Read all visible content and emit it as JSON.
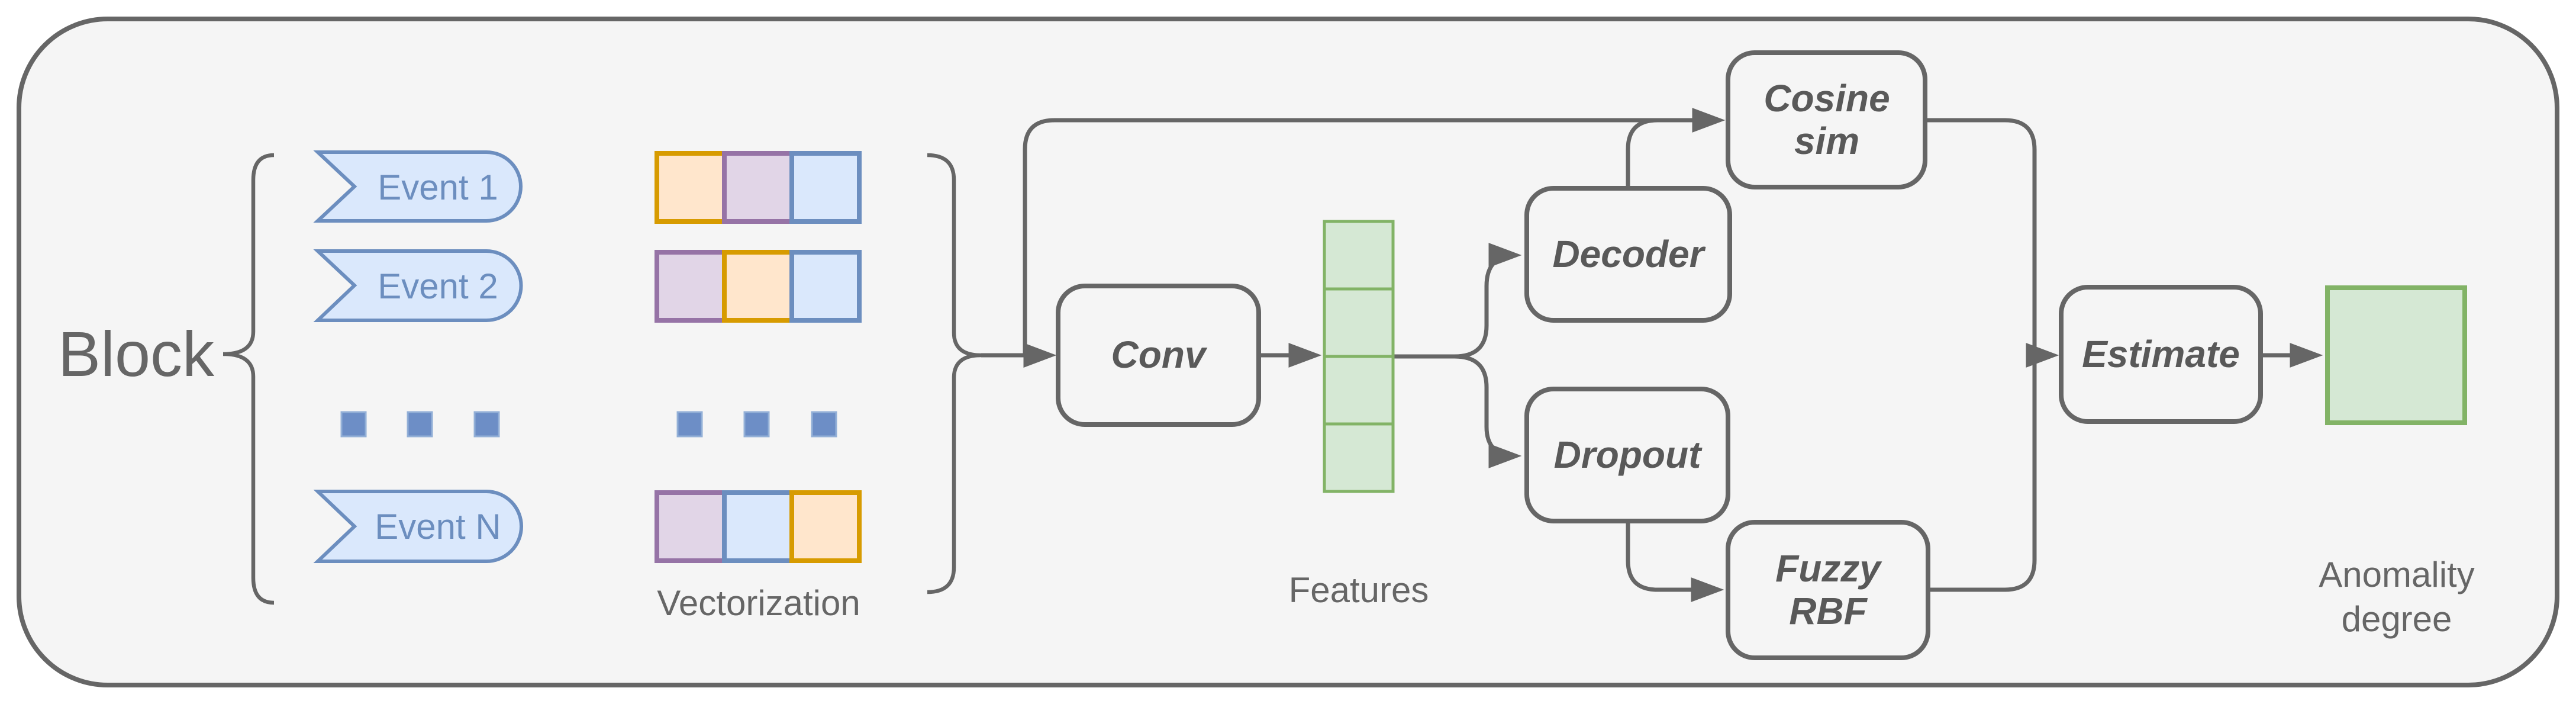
{
  "diagram": {
    "block_label": "Block",
    "events": {
      "e1": "Event 1",
      "e2": "Event 2",
      "en": "Event N"
    },
    "vectorization_label": "Vectorization",
    "features_label": "Features",
    "anomality_label": "Anomality degree",
    "nodes": {
      "conv": "Conv",
      "decoder": "Decoder",
      "dropout": "Dropout",
      "cosine_sim": "Cosine sim",
      "fuzzy_rbf": "Fuzzy RBF",
      "estimate": "Estimate"
    },
    "vector_rows": [
      {
        "event": "Event 1",
        "cells": [
          "orange",
          "purple",
          "blue"
        ]
      },
      {
        "event": "Event 2",
        "cells": [
          "purple",
          "orange",
          "blue"
        ]
      },
      {
        "event": "Event N",
        "cells": [
          "purple",
          "blue",
          "orange"
        ]
      }
    ],
    "features_cell_count": 4,
    "flow": [
      "Block events -> Vectorization -> Conv",
      "Conv -> Features",
      "Features -> Decoder",
      "Features -> Dropout",
      "Decoder -> Cosine sim",
      "Vectorization bypass -> Cosine sim",
      "Dropout -> Fuzzy RBF",
      "Cosine sim -> Estimate",
      "Fuzzy RBF -> Estimate",
      "Estimate -> Anomality degree"
    ]
  },
  "colors": {
    "canvas-fill": "#f5f5f5",
    "line": "#666666",
    "node-text": "#595959",
    "label-text": "#666666",
    "event-text": "#6c8ebf",
    "blue-fill": "#dae8fc",
    "blue-stroke": "#6c8ebf",
    "orange-fill": "#ffe6cc",
    "orange-stroke": "#d79b00",
    "purple-fill": "#e1d5e7",
    "purple-stroke": "#9673a6",
    "green-fill": "#d5e8d4",
    "green-stroke": "#82b366",
    "dot-fill": "#6d8ec6",
    "dot-stroke": "#93b0d7"
  }
}
